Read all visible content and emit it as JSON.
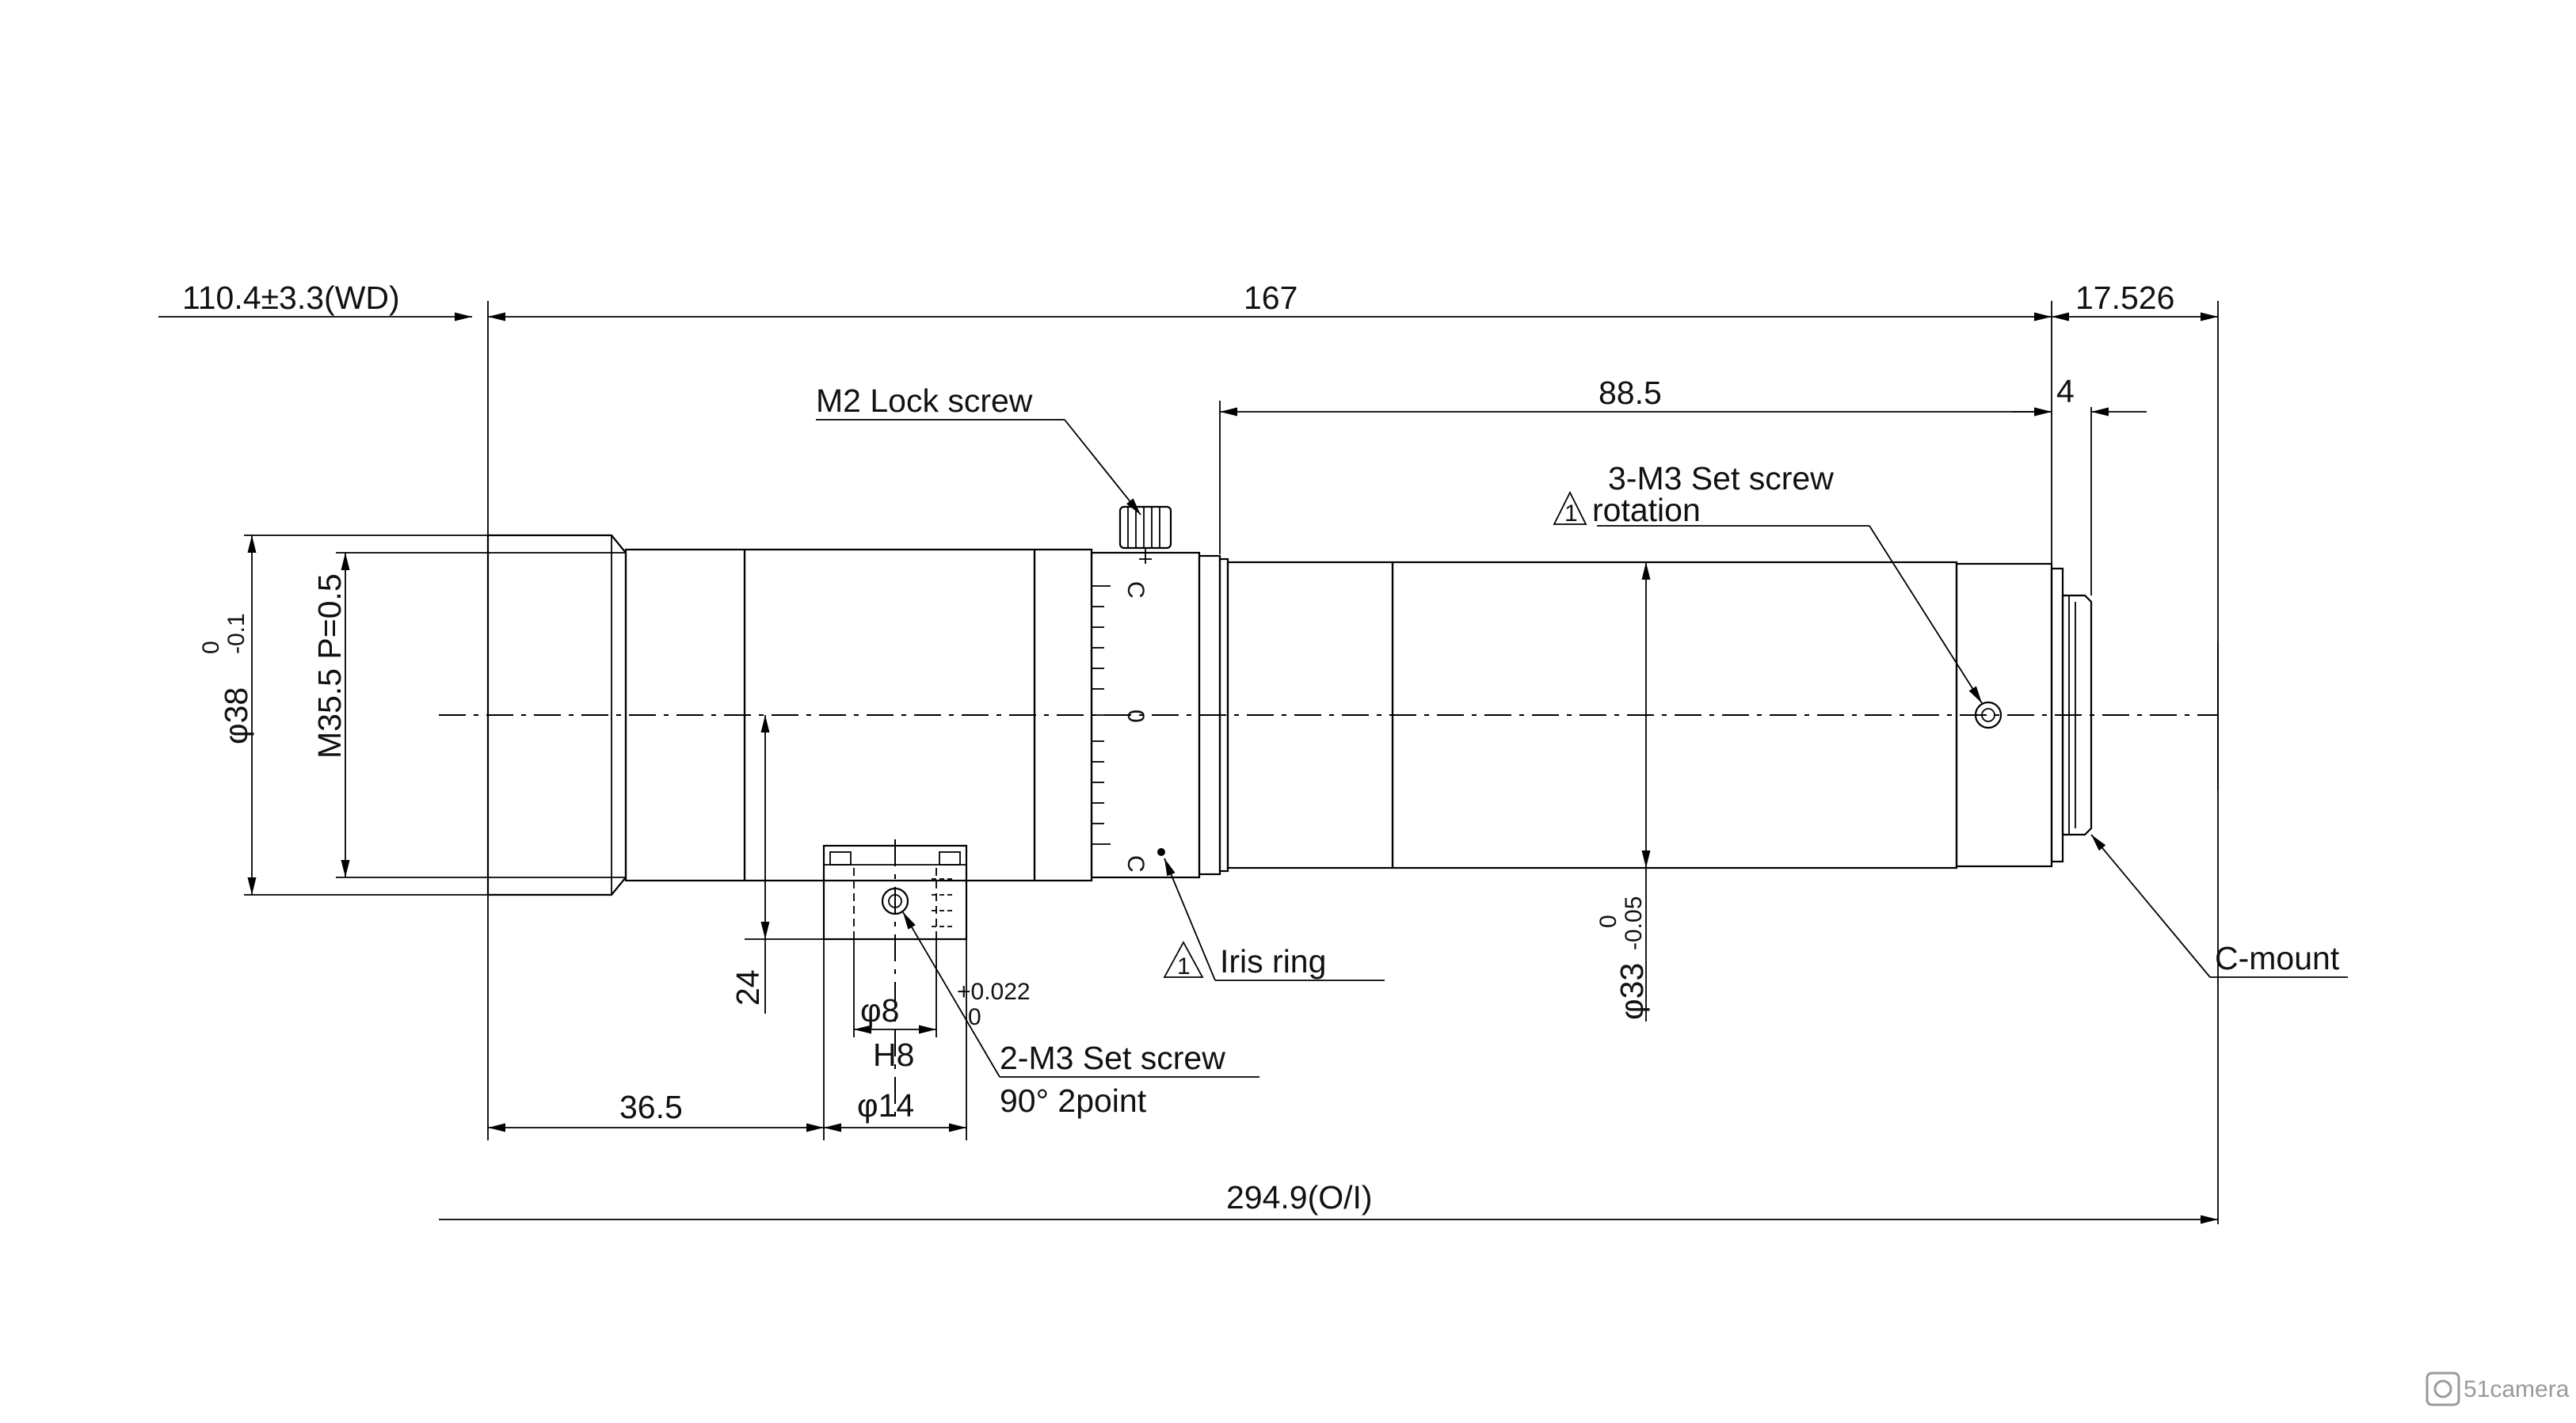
{
  "dimensions": {
    "wd": "110.4±3.3(WD)",
    "length_167": "167",
    "length_17526": "17.526",
    "length_885": "88.5",
    "length_4": "4",
    "dia_38": "φ38",
    "dia_38_tol_upper": "0",
    "dia_38_tol_lower": "-0.1",
    "thread": "M35.5 P=0.5",
    "dia_33": "φ33",
    "dia_33_tol_upper": "0",
    "dia_33_tol_lower": "-0.05",
    "height_24": "24",
    "dia_8": "φ8",
    "dia_8_tol_upper": "+0.022",
    "dia_8_tol_lower": "0",
    "fit_h8": "H8",
    "dia_14": "φ14",
    "length_365": "36.5",
    "total_length": "294.9(O/I)"
  },
  "callouts": {
    "lock_screw": "M2 Lock screw",
    "set_screw_3": "3-M3 Set screw",
    "rotation": "rotation",
    "iris_ring": "Iris ring",
    "set_screw_2": "2-M3 Set screw",
    "two_point": "90° 2point",
    "c_mount": "C-mount",
    "warning_mark": "1"
  },
  "scale": {
    "mark_c_top": "C",
    "mark_zero": "0",
    "mark_c_bottom": "C"
  },
  "watermark": {
    "brand": "51camera"
  }
}
